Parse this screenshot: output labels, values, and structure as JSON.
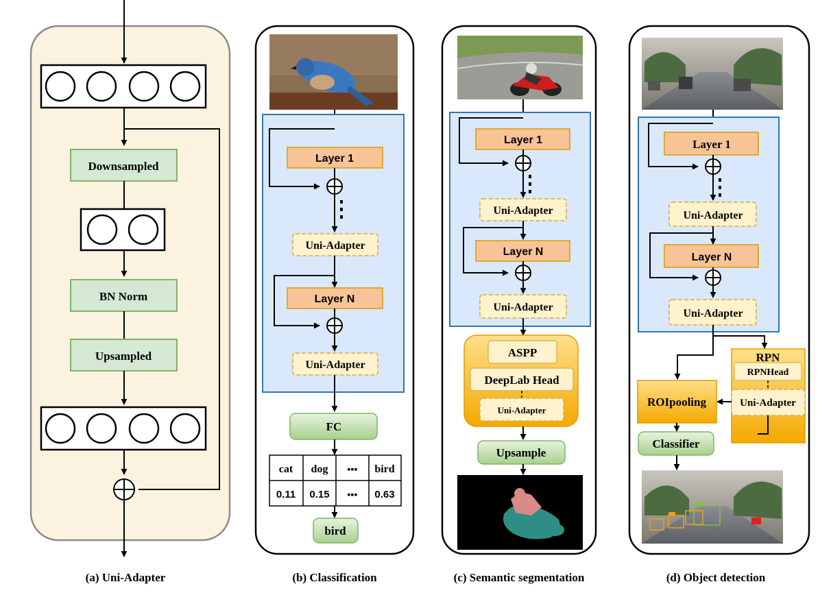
{
  "panel_a": {
    "downsampled": "Downsampled",
    "bn_norm": "BN Norm",
    "upsampled": "Upsampled",
    "caption": "(a) Uni-Adapter"
  },
  "panel_b": {
    "layer1": "Layer 1",
    "layerN": "Layer N",
    "uni_adapter": "Uni-Adapter",
    "fc": "FC",
    "table": {
      "labels": [
        "cat",
        "dog",
        "▪▪▪",
        "bird"
      ],
      "values": [
        "0.11",
        "0.15",
        "▪▪▪",
        "0.63"
      ]
    },
    "output": "bird",
    "caption": "(b) Classification"
  },
  "panel_c": {
    "layer1": "Layer 1",
    "layerN": "Layer N",
    "uni_adapter": "Uni-Adapter",
    "aspp": "ASPP",
    "deeplab_head": "DeepLab Head",
    "upsample": "Upsample",
    "caption": "(c) Semantic segmentation"
  },
  "panel_d": {
    "layer1": "Layer 1",
    "layerN": "Layer N",
    "uni_adapter": "Uni-Adapter",
    "rpn": "RPN",
    "rpn_head": "RPNHead",
    "roipooling": "ROIpooling",
    "classifier": "Classifier",
    "caption": "(d) Object detection"
  },
  "colors": {
    "green_fill": "#d5e8d4",
    "green_stroke": "#82b366",
    "orange_fill": "#f8c497",
    "orange_stroke": "#d79b00",
    "adapter_fill": "#fff2cc",
    "adapter_stroke": "#d6b656",
    "blue_fill": "#dae8fc",
    "blue_stroke": "#2e75b6",
    "panel_a_bg": "#fbf3e0",
    "gold": "#f5b920"
  }
}
